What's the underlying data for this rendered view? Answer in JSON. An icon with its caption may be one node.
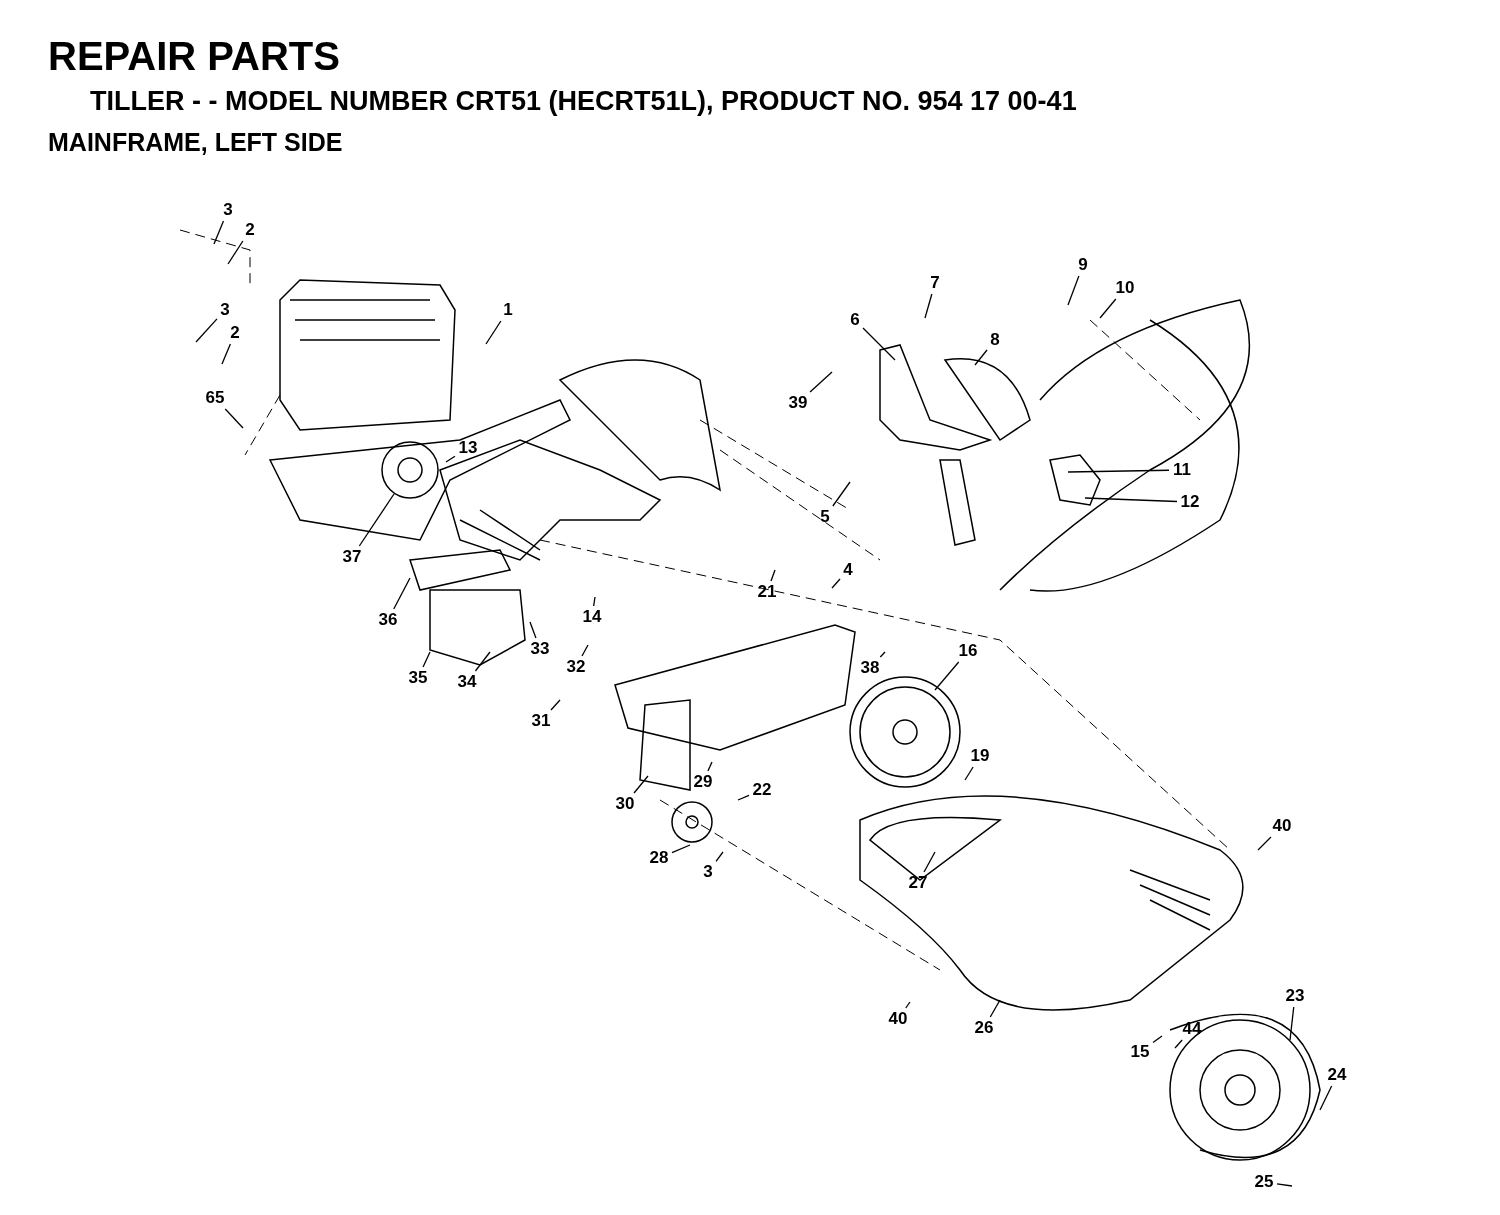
{
  "diagram": {
    "title": "REPAIR PARTS",
    "labels": [
      "TILLER - - MODEL NUMBER CRT51 (HECRT51L), PRODUCT NO. 954 17 00-41",
      "MAINFRAME, LEFT SIDE"
    ],
    "nodes": [
      {
        "text": [
          "3"
        ]
      },
      {
        "text": [
          "2"
        ]
      },
      {
        "text": [
          "3"
        ]
      },
      {
        "text": [
          "2"
        ]
      },
      {
        "text": [
          "1"
        ]
      },
      {
        "text": [
          "65"
        ]
      },
      {
        "text": [
          "13"
        ]
      },
      {
        "text": [
          "37"
        ]
      },
      {
        "text": [
          "7"
        ]
      },
      {
        "text": [
          "6"
        ]
      },
      {
        "text": [
          "8"
        ]
      },
      {
        "text": [
          "39"
        ]
      },
      {
        "text": [
          "9"
        ]
      },
      {
        "text": [
          "10"
        ]
      },
      {
        "text": [
          "11"
        ]
      },
      {
        "text": [
          "12"
        ]
      },
      {
        "text": [
          "5"
        ]
      },
      {
        "text": [
          "21"
        ]
      },
      {
        "text": [
          "4"
        ]
      },
      {
        "text": [
          "14"
        ]
      },
      {
        "text": [
          "36"
        ]
      },
      {
        "text": [
          "33"
        ]
      },
      {
        "text": [
          "32"
        ]
      },
      {
        "text": [
          "35"
        ]
      },
      {
        "text": [
          "34"
        ]
      },
      {
        "text": [
          "16"
        ]
      },
      {
        "text": [
          "38"
        ]
      },
      {
        "text": [
          "31"
        ]
      },
      {
        "text": [
          "19"
        ]
      },
      {
        "text": [
          "29"
        ]
      },
      {
        "text": [
          "22"
        ]
      },
      {
        "text": [
          "30"
        ]
      },
      {
        "text": [
          "28"
        ]
      },
      {
        "text": [
          "3"
        ]
      },
      {
        "text": [
          "40"
        ]
      },
      {
        "text": [
          "27"
        ]
      },
      {
        "text": [
          "40"
        ]
      },
      {
        "text": [
          "26"
        ]
      },
      {
        "text": [
          "23"
        ]
      },
      {
        "text": [
          "44"
        ]
      },
      {
        "text": [
          "15"
        ]
      },
      {
        "text": [
          "24"
        ]
      },
      {
        "text": [
          "25"
        ]
      }
    ],
    "edges": [
      {
        "from": 0,
        "to": null,
        "arrow": "none"
      },
      {
        "from": 1,
        "to": null,
        "arrow": "none"
      },
      {
        "from": 2,
        "to": null,
        "arrow": "none"
      },
      {
        "from": 3,
        "to": null,
        "arrow": "none"
      },
      {
        "from": 4,
        "to": null,
        "arrow": "none"
      },
      {
        "from": 5,
        "to": null,
        "arrow": "none"
      },
      {
        "from": 6,
        "to": null,
        "arrow": "none"
      },
      {
        "from": 7,
        "to": null,
        "arrow": "none"
      },
      {
        "from": 8,
        "to": null,
        "arrow": "none"
      },
      {
        "from": 9,
        "to": null,
        "arrow": "none"
      },
      {
        "from": 10,
        "to": null,
        "arrow": "none"
      },
      {
        "from": 11,
        "to": null,
        "arrow": "none"
      },
      {
        "from": 12,
        "to": null,
        "arrow": "none"
      },
      {
        "from": 13,
        "to": null,
        "arrow": "none"
      },
      {
        "from": 14,
        "to": null,
        "arrow": "none"
      },
      {
        "from": 15,
        "to": null,
        "arrow": "none"
      },
      {
        "from": 16,
        "to": null,
        "arrow": "none"
      },
      {
        "from": 17,
        "to": null,
        "arrow": "none"
      },
      {
        "from": 18,
        "to": null,
        "arrow": "none"
      },
      {
        "from": 19,
        "to": null,
        "arrow": "none"
      },
      {
        "from": 20,
        "to": null,
        "arrow": "none"
      },
      {
        "from": 21,
        "to": null,
        "arrow": "none"
      },
      {
        "from": 22,
        "to": null,
        "arrow": "none"
      },
      {
        "from": 23,
        "to": null,
        "arrow": "none"
      },
      {
        "from": 24,
        "to": null,
        "arrow": "none"
      },
      {
        "from": 25,
        "to": null,
        "arrow": "none"
      },
      {
        "from": 26,
        "to": null,
        "arrow": "none"
      },
      {
        "from": 27,
        "to": null,
        "arrow": "none"
      },
      {
        "from": 28,
        "to": null,
        "arrow": "none"
      },
      {
        "from": 29,
        "to": null,
        "arrow": "none"
      },
      {
        "from": 30,
        "to": null,
        "arrow": "none"
      },
      {
        "from": 31,
        "to": null,
        "arrow": "none"
      },
      {
        "from": 32,
        "to": null,
        "arrow": "none"
      },
      {
        "from": 33,
        "to": null,
        "arrow": "none"
      },
      {
        "from": 34,
        "to": null,
        "arrow": "none"
      },
      {
        "from": 35,
        "to": null,
        "arrow": "none"
      },
      {
        "from": 36,
        "to": null,
        "arrow": "none"
      },
      {
        "from": 37,
        "to": null,
        "arrow": "none"
      },
      {
        "from": 38,
        "to": null,
        "arrow": "none"
      },
      {
        "from": 39,
        "to": null,
        "arrow": "none"
      },
      {
        "from": 40,
        "to": null,
        "arrow": "none"
      },
      {
        "from": 41,
        "to": null,
        "arrow": "none"
      },
      {
        "from": 42,
        "to": null,
        "arrow": "none"
      }
    ]
  }
}
